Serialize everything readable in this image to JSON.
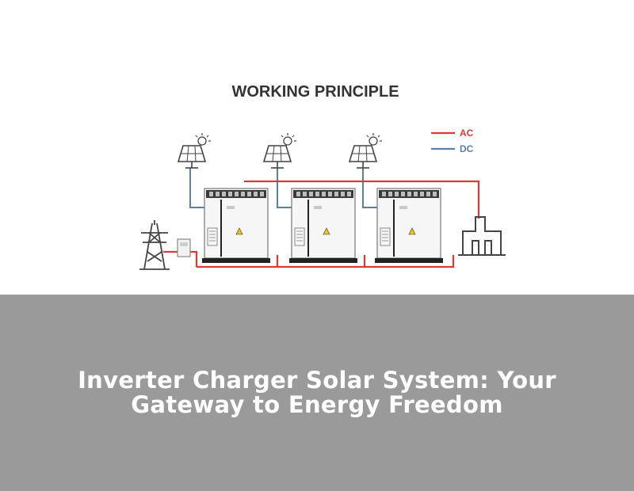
{
  "diagram": {
    "title": "WORKING PRINCIPLE",
    "legend": [
      {
        "label": "AC",
        "color": "#e0393b"
      },
      {
        "label": "DC",
        "color": "#5b7fa6"
      }
    ],
    "solar_panel_count": 3,
    "cabinet_count": 3
  },
  "caption": {
    "title": "Inverter Charger Solar System: Your Gateway to Energy Freedom"
  },
  "colors": {
    "ac_line": "#e0393b",
    "dc_line": "#5b7fa6",
    "band_background": "#9a9a9a",
    "icon_stroke": "#555555"
  }
}
